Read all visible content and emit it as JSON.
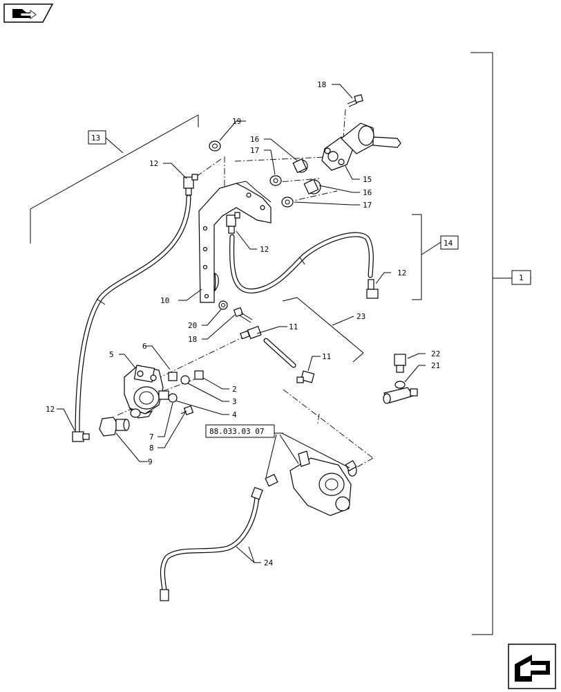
{
  "callouts": {
    "c1": "1",
    "c2": "2",
    "c3": "3",
    "c4": "4",
    "c5": "5",
    "c6": "6",
    "c7": "7",
    "c8": "8",
    "c9": "9",
    "c10": "10",
    "c11a": "11",
    "c11b": "11",
    "c12a": "12",
    "c12b": "12",
    "c12c": "12",
    "c12d": "12",
    "c13": "13",
    "c14": "14",
    "c15": "15",
    "c16a": "16",
    "c16b": "16",
    "c17a": "17",
    "c17b": "17",
    "c18a": "18",
    "c18b": "18",
    "c19": "19",
    "c20": "20",
    "c21": "21",
    "c22": "22",
    "c23": "23",
    "c24": "24"
  },
  "reference": "88.033.03 07",
  "icons": {
    "top_left": "folder-arrow-icon",
    "bottom_right": "navigation-arrow-icon"
  }
}
